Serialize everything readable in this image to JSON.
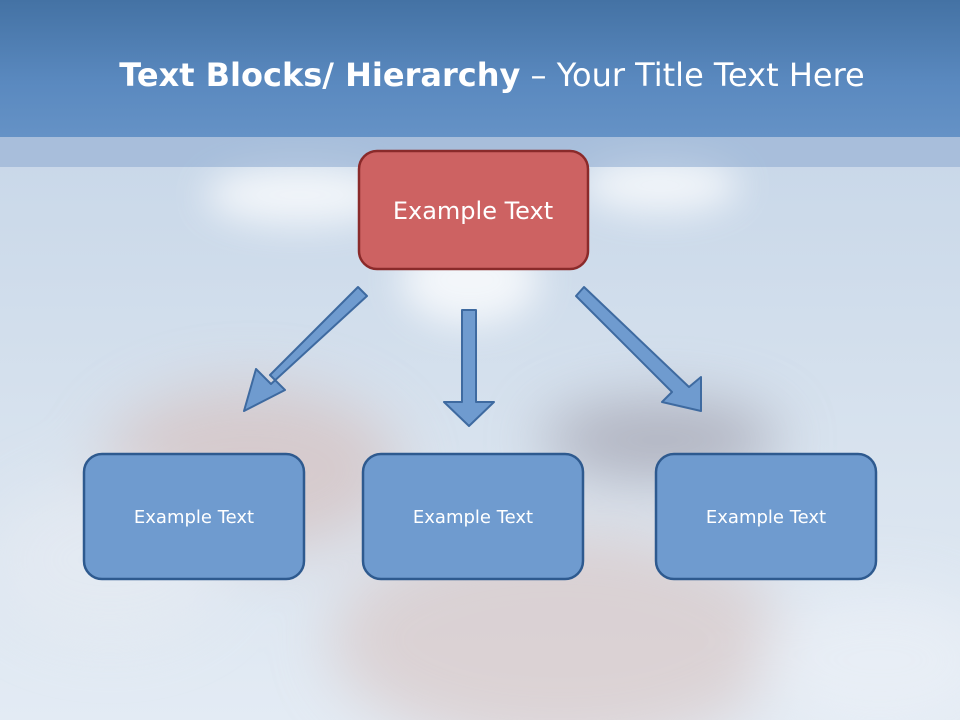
{
  "slide": {
    "title_bold": "Text Blocks/ Hierarchy",
    "title_separator": " – ",
    "title_rest": "Your Title Text Here"
  },
  "diagram": {
    "root": {
      "label": "Example Text"
    },
    "children": [
      {
        "label": "Example Text"
      },
      {
        "label": "Example Text"
      },
      {
        "label": "Example Text"
      }
    ]
  },
  "colors": {
    "header": "#5a89bf",
    "root_fill": "#cd6262",
    "root_border": "#8a2a2a",
    "child_fill": "#6f9bcf",
    "child_border": "#2e5a8f",
    "arrow_fill": "#6f9bcf",
    "arrow_border": "#3e6aa0"
  }
}
